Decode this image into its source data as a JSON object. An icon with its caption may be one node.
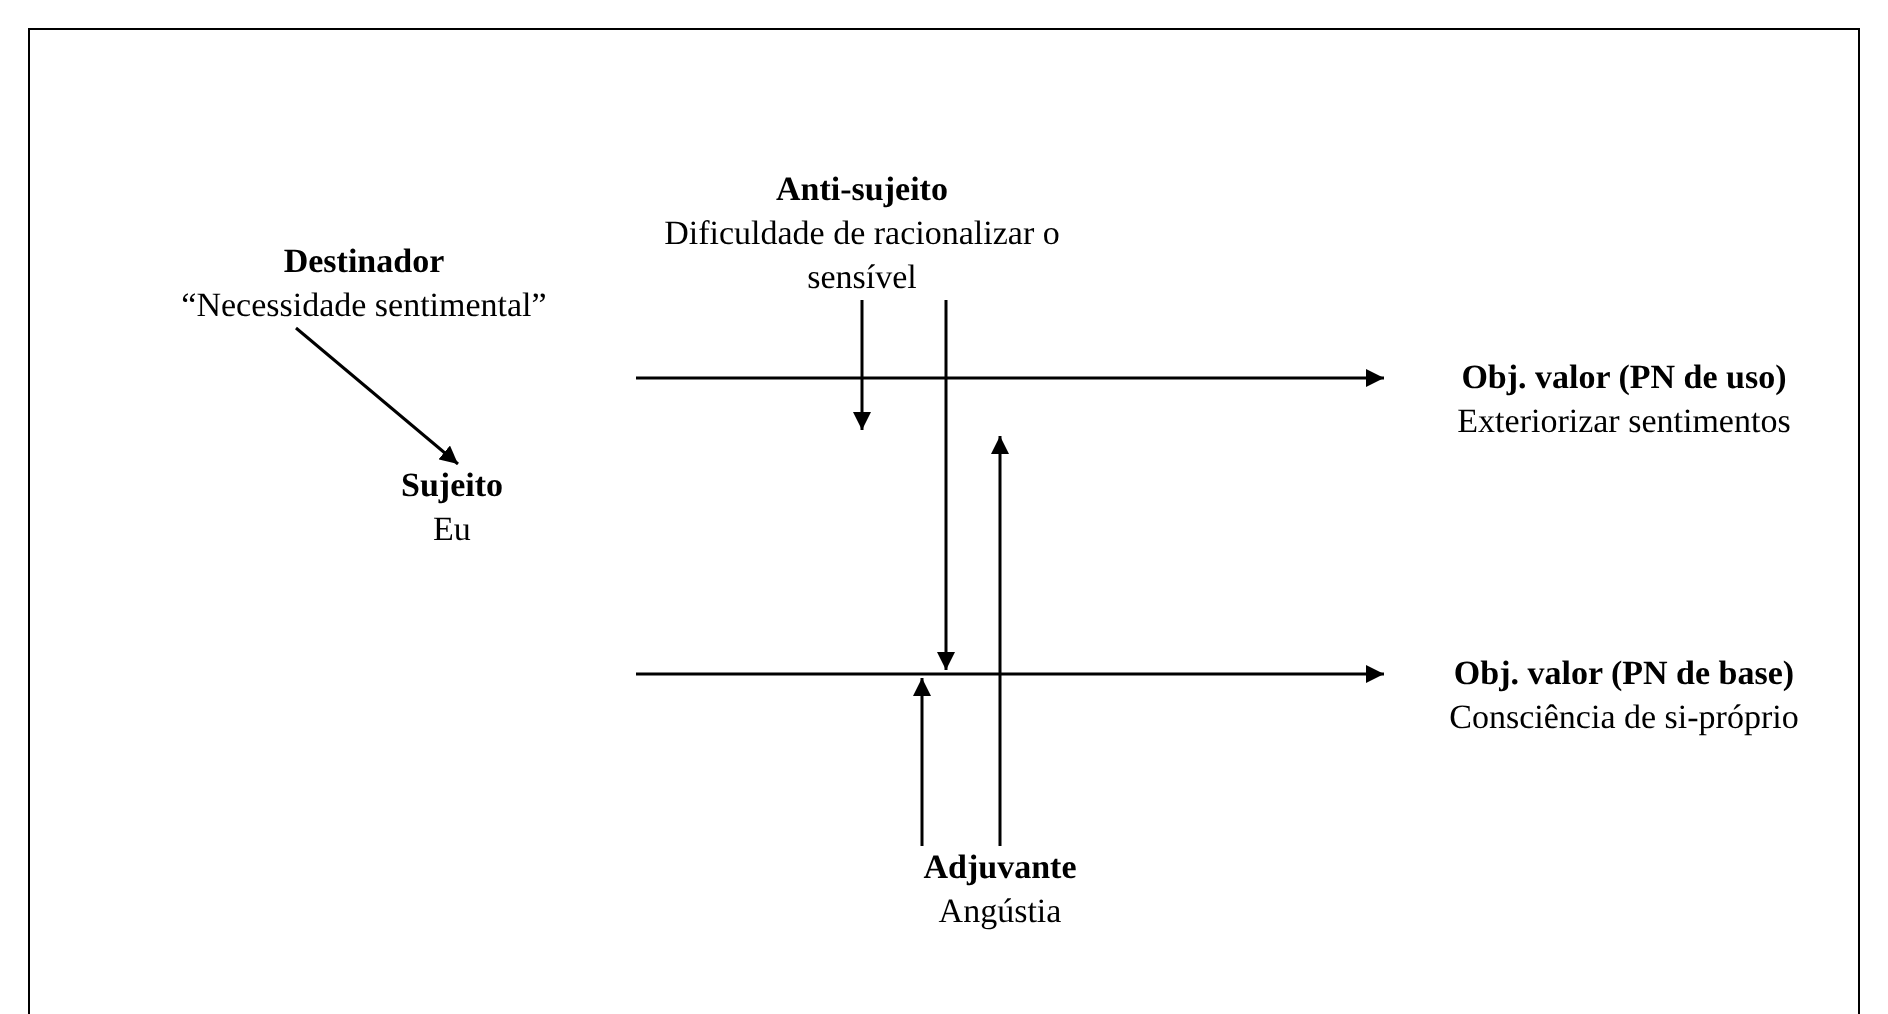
{
  "diagram": {
    "nodes": [
      {
        "text": [
          "Destinador",
          "“Necessidade sentimental”"
        ]
      },
      {
        "text": [
          "Sujeito",
          "Eu"
        ]
      },
      {
        "text": [
          "Anti-sujeito",
          "Dificuldade de racionalizar o sensível"
        ]
      },
      {
        "text": [
          "Obj. valor (PN de uso)",
          "Exteriorizar sentimentos"
        ]
      },
      {
        "text": [
          "Obj. valor (PN de base)",
          "Consciência de si-próprio"
        ]
      },
      {
        "text": [
          "Adjuvante",
          "Angústia"
        ]
      }
    ],
    "edges": [
      {
        "from": 0,
        "to": 1,
        "arrow": "to"
      },
      {
        "from": null,
        "to": 3,
        "arrow": "to"
      },
      {
        "from": null,
        "to": 4,
        "arrow": "to"
      },
      {
        "from": 2,
        "to": null,
        "arrow": "to"
      },
      {
        "from": 2,
        "to": null,
        "arrow": "to"
      },
      {
        "from": 5,
        "to": null,
        "arrow": "to"
      },
      {
        "from": 5,
        "to": null,
        "arrow": "to"
      }
    ]
  }
}
